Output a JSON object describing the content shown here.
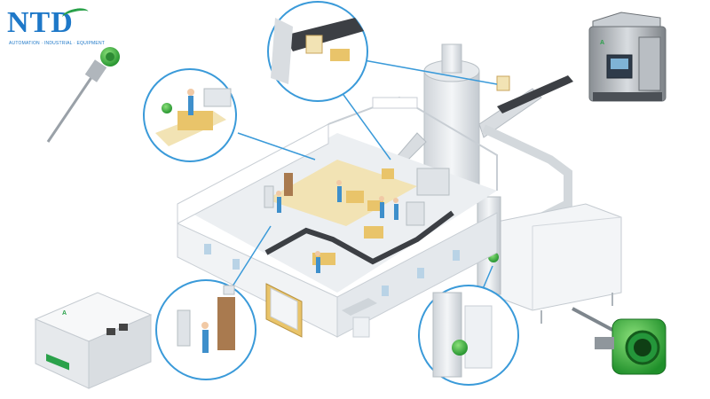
{
  "logo": {
    "name": "NTD",
    "tagline": "AUTOMATION · INDUSTRIAL · EQUIPMENT"
  },
  "colors": {
    "brand_blue": "#1e78c8",
    "brand_green": "#2aa14a",
    "callout_ring": "#3a9ad9",
    "building_wall": "#eef1f4",
    "floor": "#f2e3b4",
    "product": "#e9c46a"
  },
  "icons": [
    "rod-level-sensor",
    "dust-analyzer-cabinet",
    "control-unit",
    "explosion-proof-sensor",
    "factory-building",
    "silo"
  ]
}
